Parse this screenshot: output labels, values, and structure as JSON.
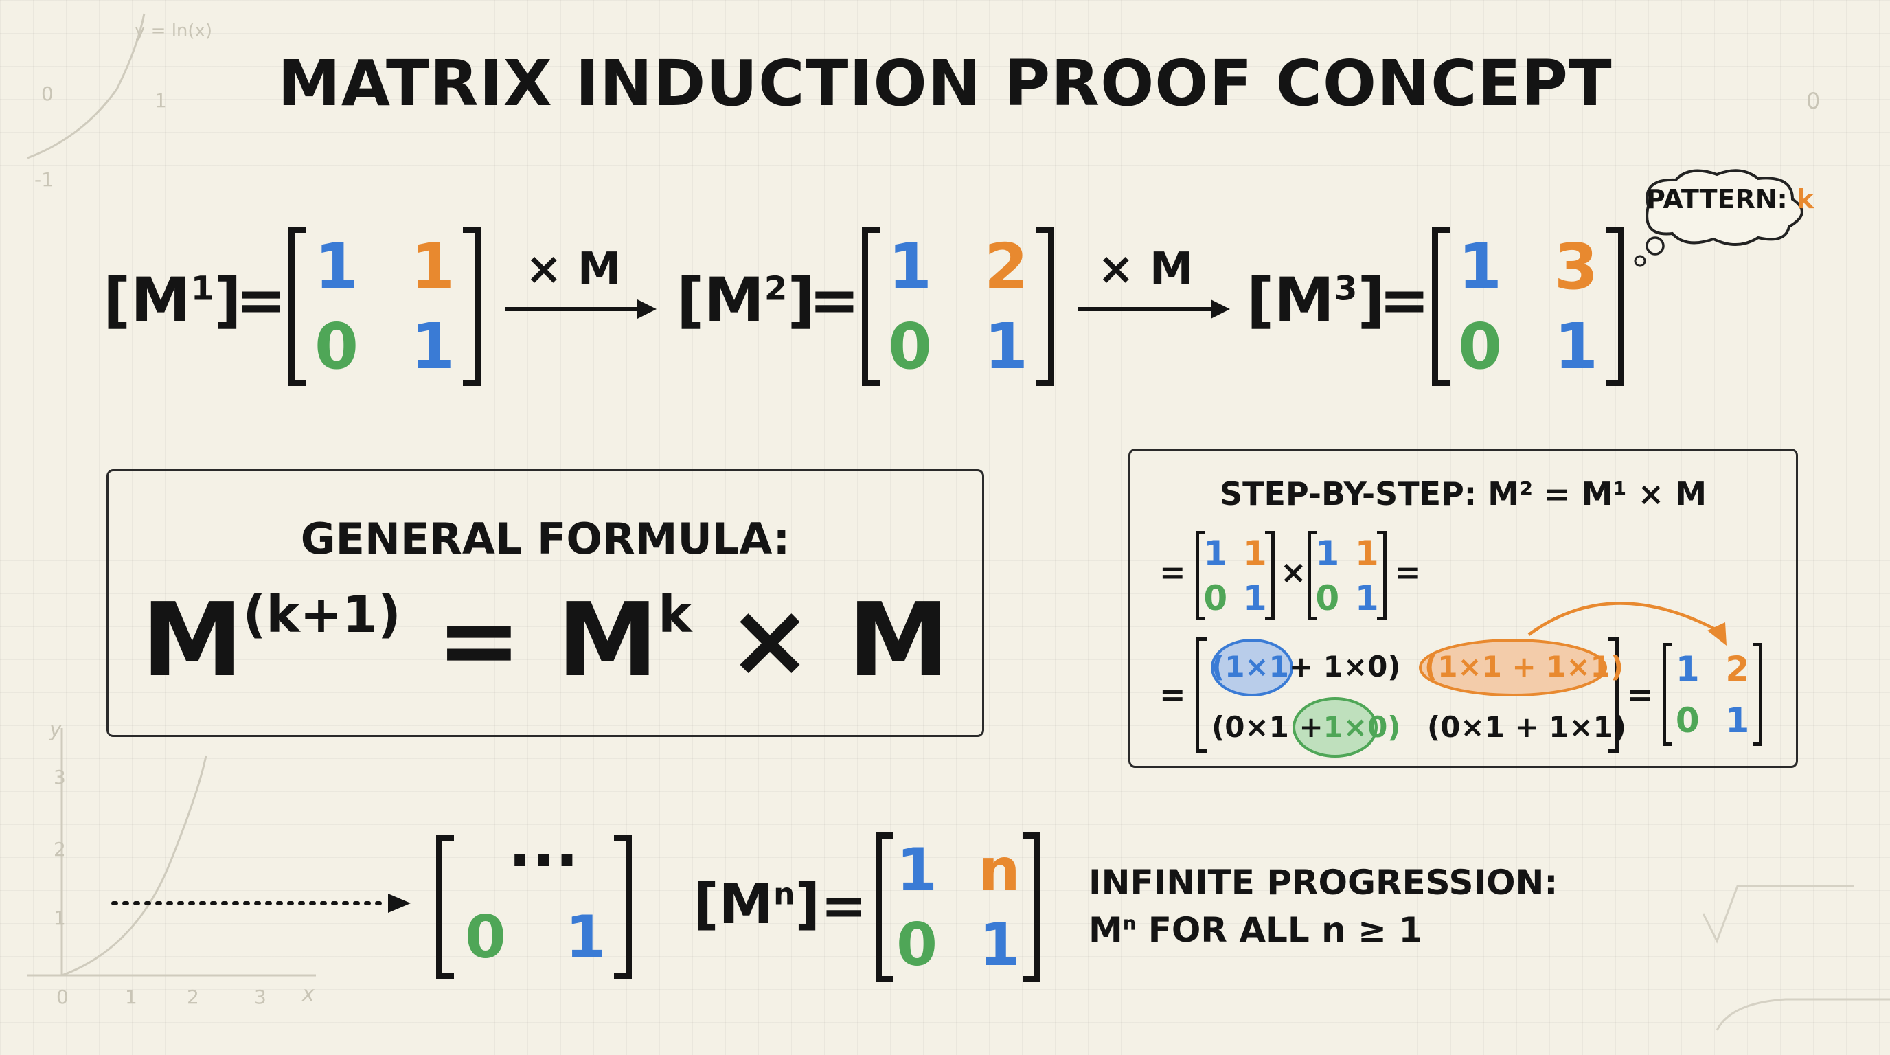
{
  "title": "MATRIX INDUCTION PROOF CONCEPT",
  "background": {
    "curve_label": "y = ln(x)",
    "tick_0_top": "0",
    "tick_1_top": "1",
    "tick_m1": "-1",
    "tick_right_0": "0",
    "y_axis": "y",
    "x_axis": "x",
    "ticks_y": [
      "3",
      "2",
      "1"
    ],
    "ticks_x": [
      "0",
      "1",
      "2",
      "3"
    ]
  },
  "top_row": {
    "m1": {
      "label": "M",
      "exp": "1",
      "cells": [
        "1",
        "1",
        "0",
        "1"
      ]
    },
    "arrow1": "× M",
    "m2": {
      "label": "M",
      "exp": "2",
      "cells": [
        "1",
        "2",
        "0",
        "1"
      ]
    },
    "arrow2": "× M",
    "m3": {
      "label": "M",
      "exp": "3",
      "cells": [
        "1",
        "3",
        "0",
        "1"
      ]
    },
    "equals": "="
  },
  "pattern": {
    "label": "PATTERN:",
    "var": "k"
  },
  "general": {
    "heading": "GENERAL FORMULA:",
    "lhs": "M",
    "lhs_exp": "(k+1)",
    "eq": "=",
    "rhs": "M",
    "rhs_exp": "k",
    "times": "× M"
  },
  "step": {
    "heading": "STEP-BY-STEP: M² = M¹ × M",
    "eq": "=",
    "times": "×",
    "a": [
      "1",
      "1",
      "0",
      "1"
    ],
    "b": [
      "1",
      "1",
      "0",
      "1"
    ],
    "r1c1_a": "(1×1",
    "r1c1_b": "+ 1×0)",
    "r1c2": "(1×1 + 1×1)",
    "r2c1_a": "(0×1 +",
    "r2c1_b": "1×0)",
    "r2c2": "(0×1 + 1×1)",
    "result": [
      "1",
      "2",
      "0",
      "1"
    ]
  },
  "bottom": {
    "dots": "···",
    "partial": [
      "0",
      "1"
    ],
    "mn": {
      "label": "M",
      "exp": "n",
      "cells": [
        "1",
        "n",
        "0",
        "1"
      ]
    },
    "infinite_1": "INFINITE PROGRESSION:",
    "infinite_2_m": "M",
    "infinite_2_exp": "n",
    "infinite_2_rest": " FOR ALL n ≥ 1"
  }
}
